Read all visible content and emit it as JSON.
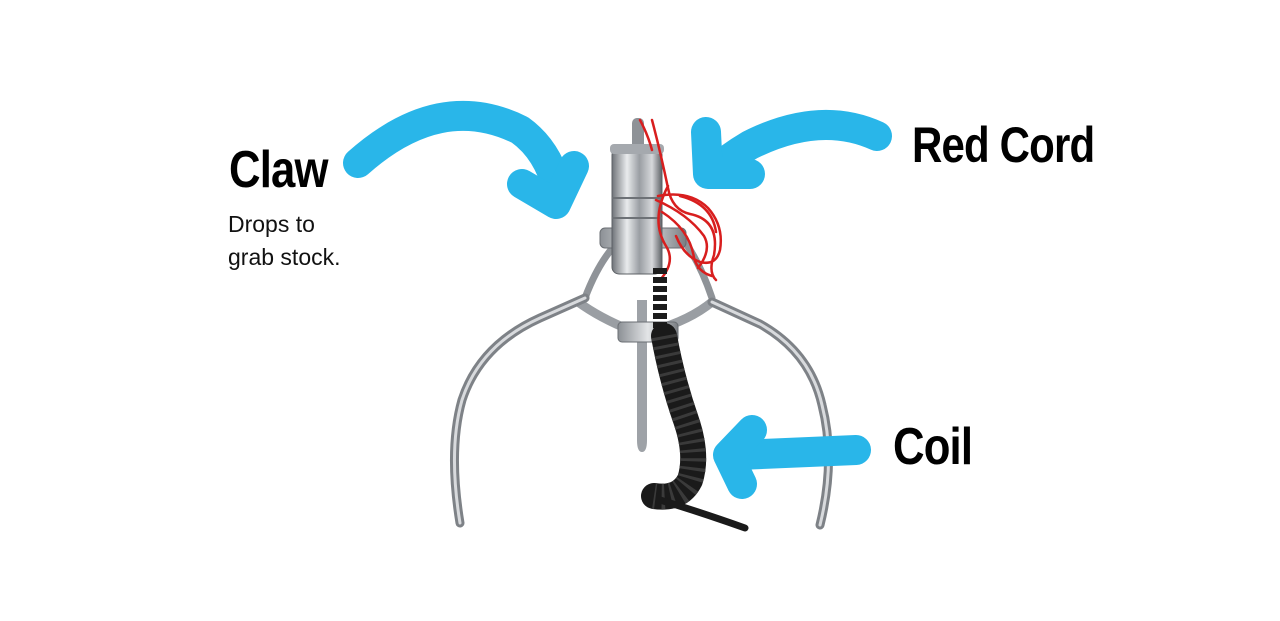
{
  "labels": {
    "claw": "Claw",
    "claw_caption_line1": "Drops to",
    "claw_caption_line2": "grab stock.",
    "red_cord": "Red Cord",
    "coil": "Coil"
  },
  "colors": {
    "arrow": "#29b6e9",
    "cord": "#d81e1e",
    "coil": "#1c1c1c",
    "metal": "#b9bcc0"
  }
}
